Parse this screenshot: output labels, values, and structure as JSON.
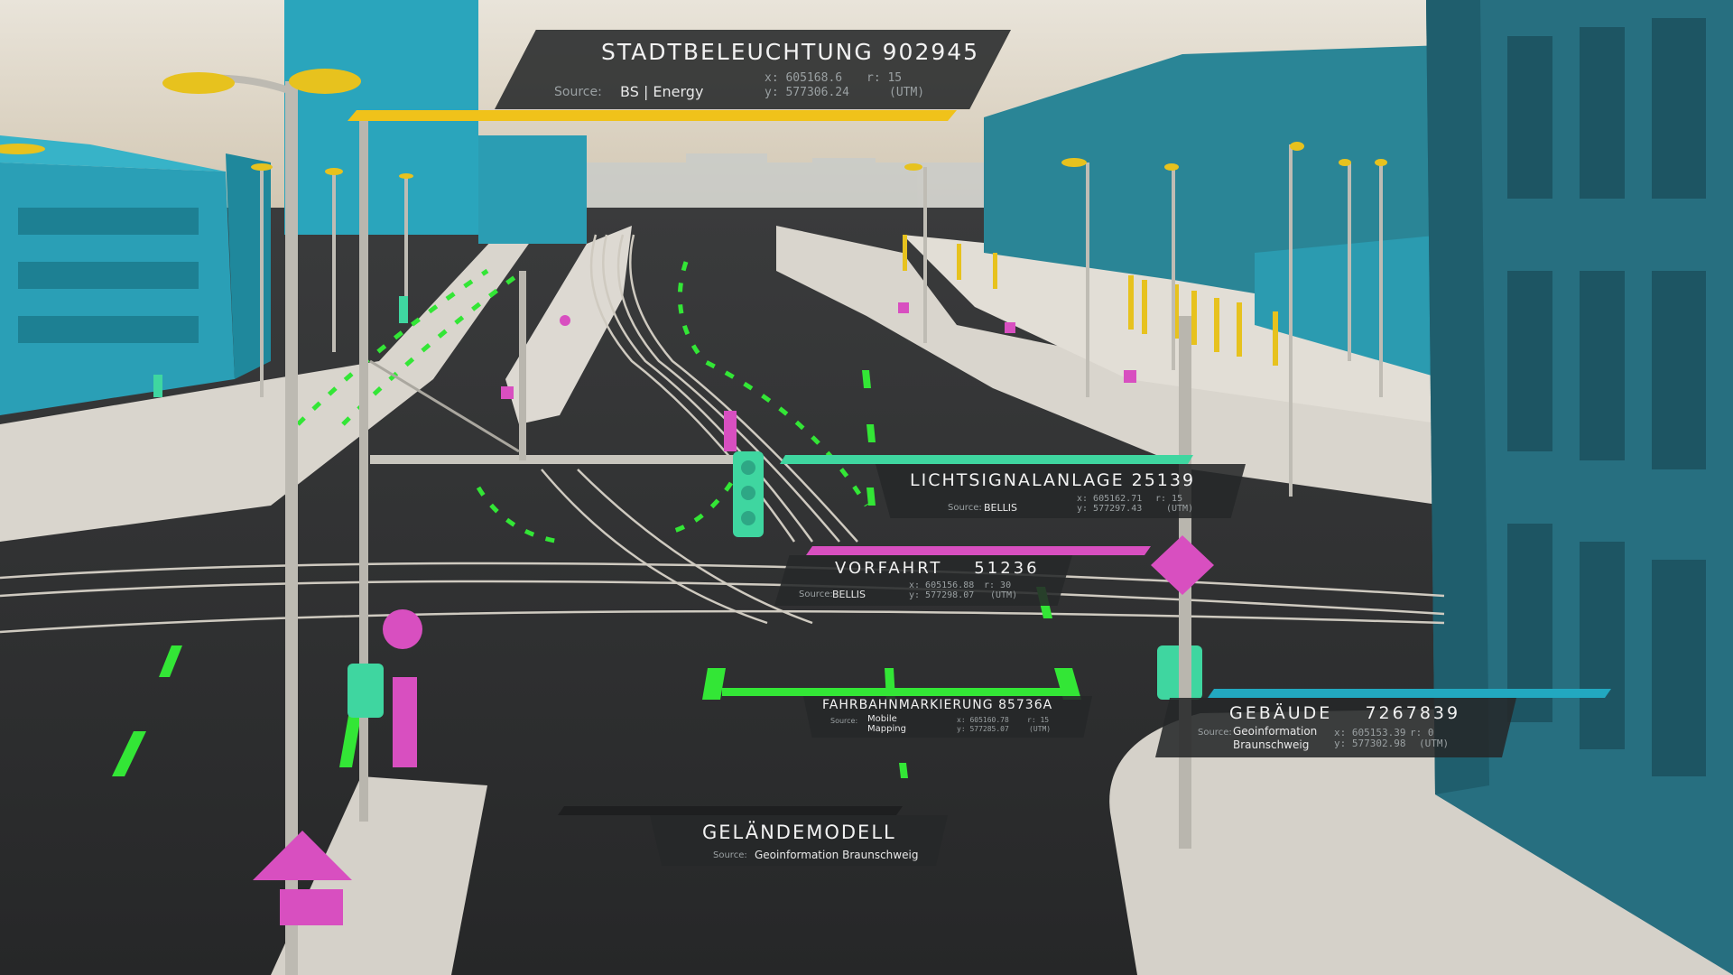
{
  "colors": {
    "lighting": "#f0c21a",
    "signal": "#3fd6a0",
    "priority": "#d84fc0",
    "marking": "#33e636",
    "building": "#22a8c0",
    "terrain": "#1e1f20",
    "road": "#2f3031",
    "sidewalk": "#d9d5cd",
    "building_facade": "#2b9cb3"
  },
  "labels": {
    "lighting": {
      "title": "STADTBELEUCHTUNG 902945",
      "source_key": "Source:",
      "source_value": "BS | Energy",
      "x": "x: 605168.6",
      "y": "y: 577306.24",
      "r": "r: 15",
      "unit": "(UTM)",
      "icon": "street-lamp-icon"
    },
    "signal": {
      "title": "LICHTSIGNALANLAGE 25139",
      "source_key": "Source:",
      "source_value": "BELLIS",
      "x": "x: 605162.71",
      "y": "y: 577297.43",
      "r": "r: 15",
      "unit": "(UTM)",
      "icon": "traffic-light-icon"
    },
    "priority": {
      "title": "VORFAHRT    51236",
      "source_key": "Source:",
      "source_value": "BELLIS",
      "x": "x: 605156.88",
      "y": "y: 577298.07",
      "r": "r: 30",
      "unit": "(UTM)",
      "icon": "priority-sign-icon"
    },
    "marking": {
      "title": "FAHRBAHNMARKIERUNG 85736A",
      "source_key": "Source:",
      "source_value_line1": "Mobile",
      "source_value_line2": "Mapping",
      "x": "x: 605160.78",
      "y": "y: 577285.07",
      "r": "r: 15",
      "unit": "(UTM)"
    },
    "building": {
      "title": "GEBÄUDE    7267839",
      "source_key": "Source:",
      "source_value_line1": "Geoinformation",
      "source_value_line2": "Braunschweig",
      "x": "x: 605153.39",
      "y": "y: 577302.98",
      "r": "r: 0",
      "unit": "(UTM)"
    },
    "terrain": {
      "title": "GELÄNDEMODELL",
      "source_key": "Source:",
      "source_value": "Geoinformation Braunschweig"
    }
  }
}
